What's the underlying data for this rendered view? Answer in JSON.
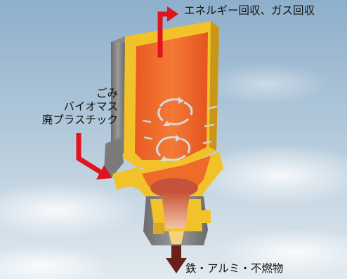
{
  "labels": {
    "energy_recovery": "エネルギー回収、ガス回収",
    "input": [
      "ごみ",
      "バイオマス",
      "廃プラスチック"
    ],
    "residue": "鉄・アルミ・不燃物"
  },
  "colors": {
    "sky_top": "#8fb0cc",
    "sky_bottom": "#dfe8ef",
    "furnace_interior": "#f06a2a",
    "furnace_wall": "#f2c22a",
    "steel_casing": "#7d7d7d",
    "arrow_red": "#e0141e",
    "arrow_brown": "#6a1f18"
  }
}
